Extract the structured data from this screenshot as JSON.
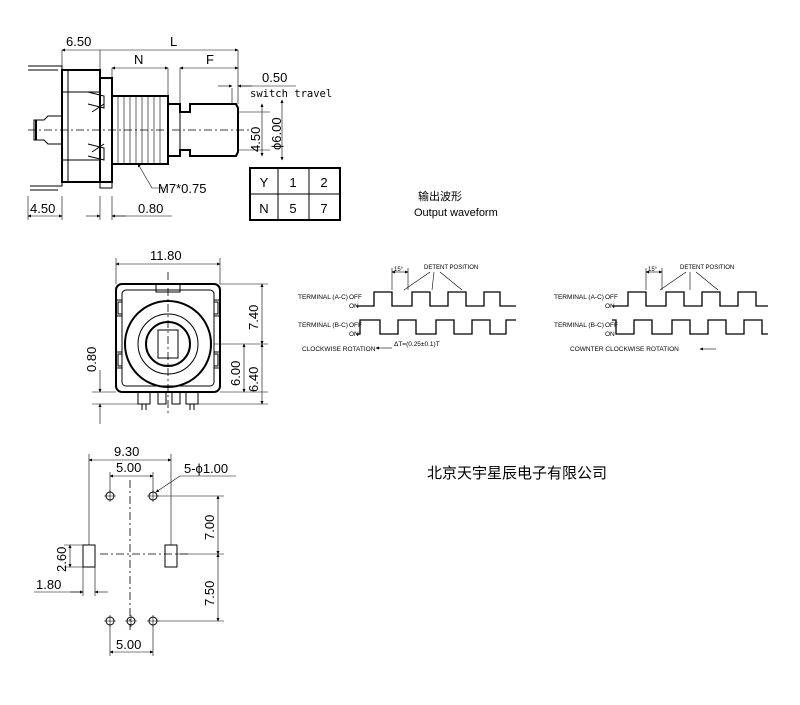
{
  "side_view": {
    "dim_650": "6.50",
    "dim_L": "L",
    "dim_N": "N",
    "dim_F": "F",
    "dim_050": "0.50",
    "switch_travel": "switch travel",
    "dim_450_v": "4.50",
    "dim_600_dia": "ϕ6.00",
    "thread": "M7*0.75",
    "dim_450_h": "4.50",
    "dim_080": "0.80"
  },
  "type_table": {
    "rows": [
      [
        "Y",
        "1",
        "2"
      ],
      [
        "N",
        "5",
        "7"
      ]
    ]
  },
  "output_waveform": {
    "title_cn": "输出波形",
    "title_en": "Output waveform"
  },
  "waveform_cw": {
    "angle": "15°",
    "detent": "DETENT POSITION",
    "terminal_a": "TERMINAL (A-C)",
    "terminal_b": "TERMINAL (B-C)",
    "off": "OFF",
    "on": "ON",
    "rotation": "CLOCKWISE ROTATION",
    "delta": "ΔT=(0.25±0.1)T"
  },
  "waveform_ccw": {
    "angle": "15°",
    "detent": "DETENT POSITION",
    "terminal_a": "TERMINAL (A-C)",
    "terminal_b": "TERMINAL (B-C)",
    "off": "OFF",
    "on": "ON",
    "rotation": "COWNTER CLOCKWISE ROTATION"
  },
  "front_view": {
    "dim_1180": "11.80",
    "dim_740": "7.40",
    "dim_080": "0.80",
    "dim_600": "6.00",
    "dim_640": "6.40"
  },
  "footprint": {
    "dim_930": "9.30",
    "dim_500_top": "5.00",
    "holes": "5-ϕ1.00",
    "dim_700": "7.00",
    "dim_260": "2.60",
    "dim_180": "1.80",
    "dim_750": "7.50",
    "dim_500_bot": "5.00"
  },
  "company": "北京天宇星辰电子有限公司"
}
